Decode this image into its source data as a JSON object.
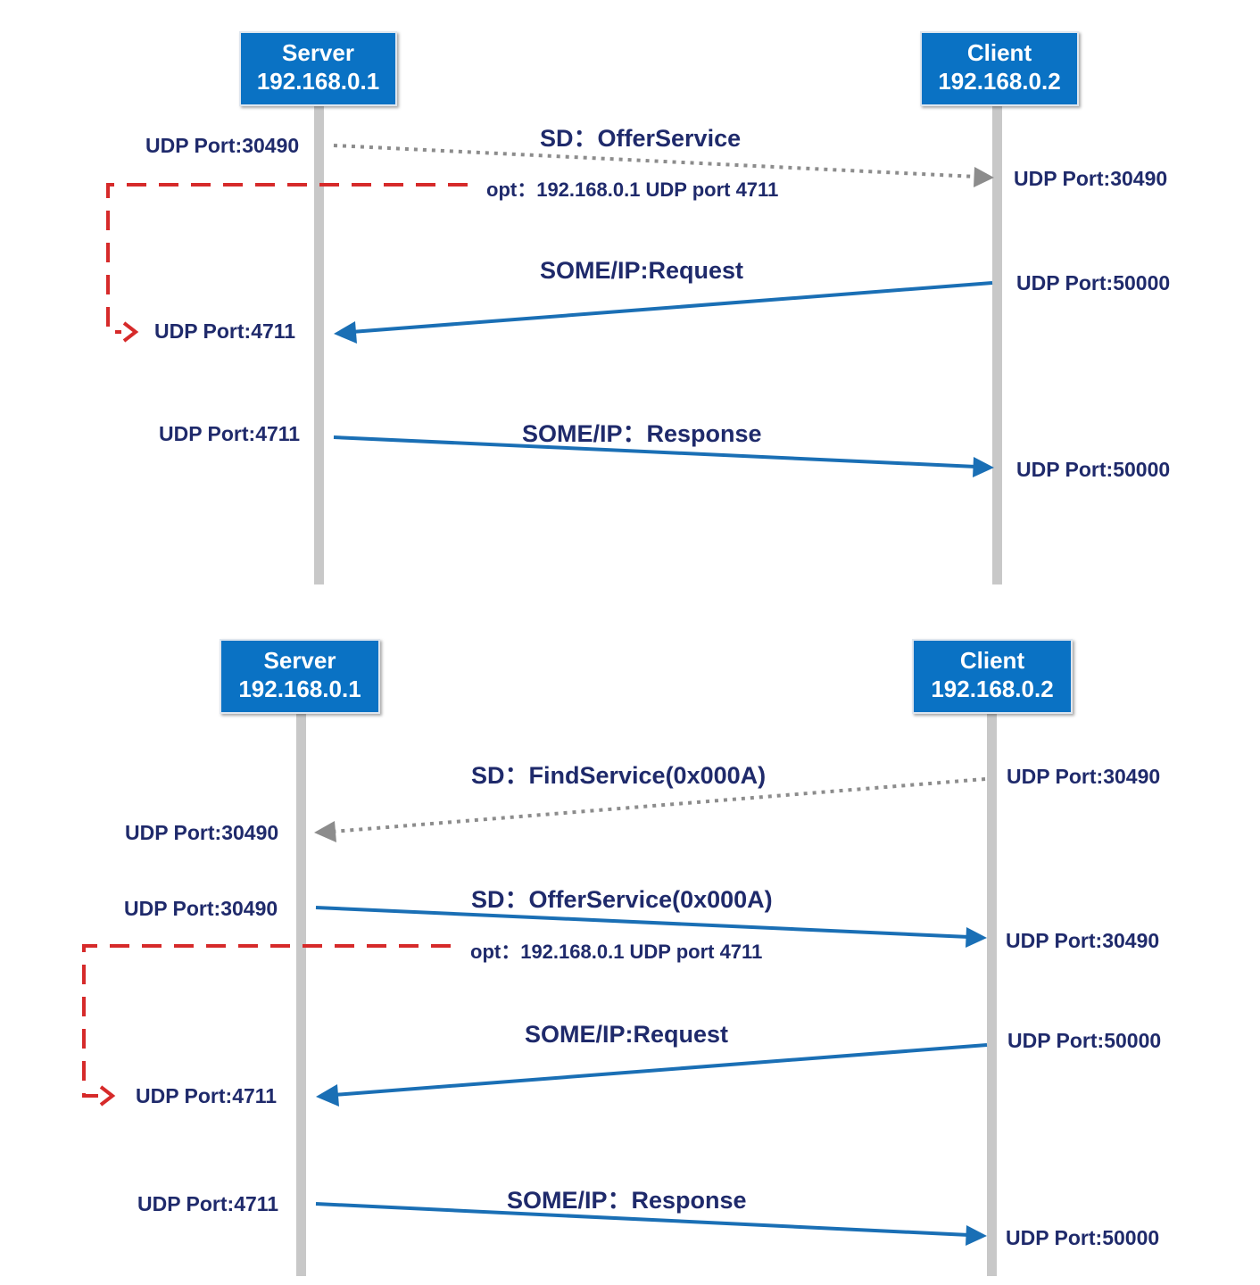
{
  "top": {
    "server": {
      "name": "Server",
      "ip": "192.168.0.1"
    },
    "client": {
      "name": "Client",
      "ip": "192.168.0.2"
    },
    "messages": {
      "offer": "SD：OfferService",
      "opt": "opt：192.168.0.1 UDP port 4711",
      "request": "SOME/IP:Request",
      "response": "SOME/IP：Response"
    },
    "ports": {
      "server_offer": "UDP Port:30490",
      "client_offer": "UDP Port:30490",
      "client_request": "UDP Port:50000",
      "server_request": "UDP Port:4711",
      "server_response": "UDP Port:4711",
      "client_response": "UDP Port:50000"
    }
  },
  "bottom": {
    "server": {
      "name": "Server",
      "ip": "192.168.0.1"
    },
    "client": {
      "name": "Client",
      "ip": "192.168.0.2"
    },
    "messages": {
      "find": "SD：FindService(0x000A)",
      "offer": "SD：OfferService(0x000A)",
      "opt": "opt：192.168.0.1 UDP port 4711",
      "request": "SOME/IP:Request",
      "response": "SOME/IP：Response"
    },
    "ports": {
      "client_find": "UDP Port:30490",
      "server_find": "UDP Port:30490",
      "server_offer": "UDP Port:30490",
      "client_offer": "UDP Port:30490",
      "client_request": "UDP Port:50000",
      "server_request": "UDP Port:4711",
      "server_response": "UDP Port:4711",
      "client_response": "UDP Port:50000"
    }
  },
  "colors": {
    "box": "#0a72c4",
    "lifeline": "#c8c8c8",
    "text": "#1f2a6b",
    "arrow_blue": "#1a6fb5",
    "arrow_grey": "#8c8c8c",
    "arrow_red": "#d62a2a"
  }
}
